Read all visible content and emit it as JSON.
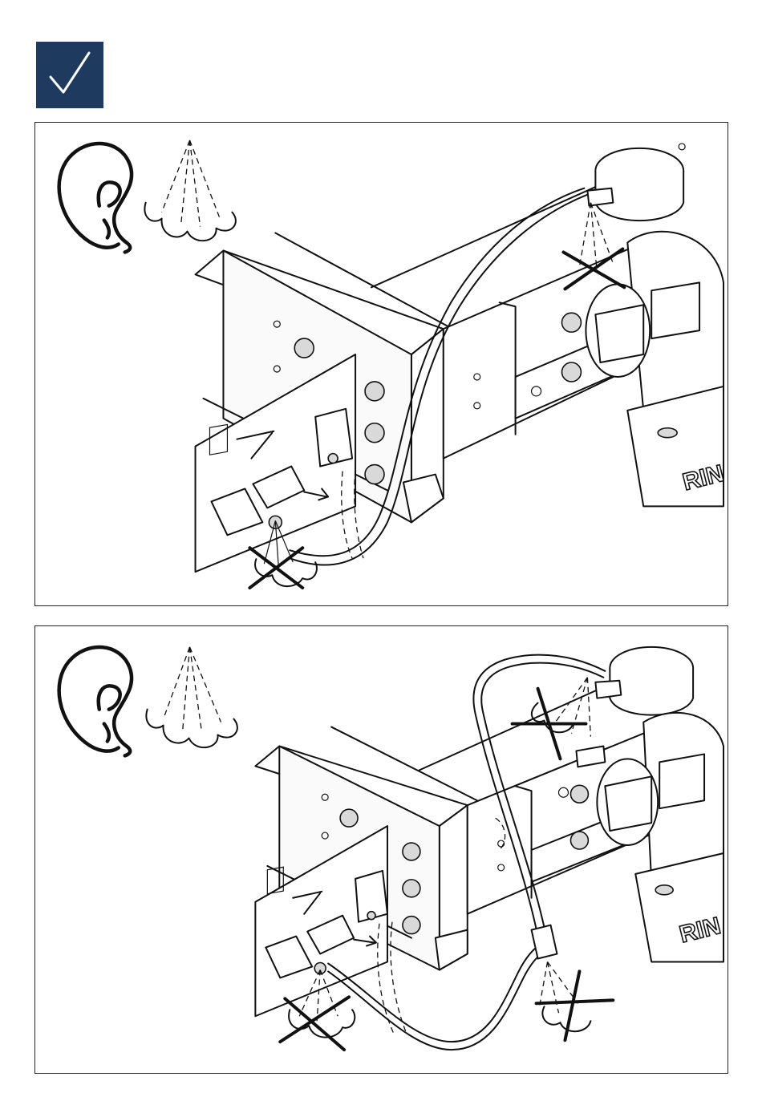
{
  "header": {
    "status": "ok",
    "badge_color": "#1f3a5f",
    "icon": "checkmark-icon"
  },
  "panels": [
    {
      "id": "top",
      "icons": [
        "ear-icon",
        "air-spray-icon"
      ],
      "brand_text": "RIN"
    },
    {
      "id": "bottom",
      "icons": [
        "ear-icon",
        "air-spray-icon"
      ],
      "brand_text": "RIN"
    }
  ]
}
